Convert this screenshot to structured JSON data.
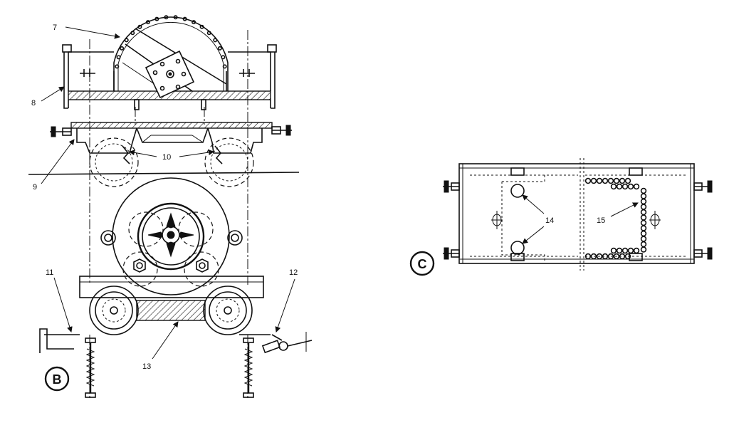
{
  "labels": {
    "l7": "7",
    "l8": "8",
    "l9": "9",
    "l10": "10",
    "l11": "11",
    "l12": "12",
    "l13": "13",
    "l14": "14",
    "l15": "15"
  },
  "panels": {
    "b": "B",
    "c": "C"
  }
}
